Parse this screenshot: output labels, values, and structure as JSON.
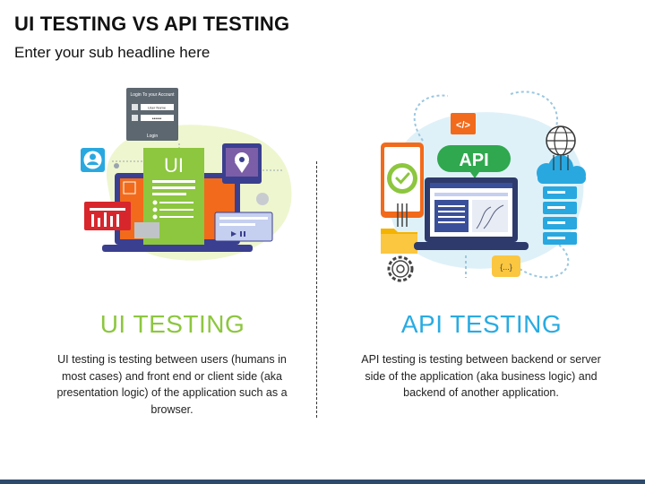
{
  "header": {
    "title": "UI TESTING VS API TESTING",
    "subtitle": "Enter your sub headline here"
  },
  "ui_section": {
    "heading": "UI TESTING",
    "heading_color": "#8dc63f",
    "description": "UI testing is testing between users (humans in most cases) and front end or client side (aka presentation logic) of the application such as a browser.",
    "illustration": {
      "login_title": "Login To your Account",
      "username_label": "User Name",
      "password_mask": "••••••",
      "login_button": "Login",
      "screen_label": "UI",
      "icons": [
        "user-icon",
        "location-pin-icon",
        "bar-chart-icon",
        "media-player-icon"
      ]
    }
  },
  "api_section": {
    "heading": "API TESTING",
    "heading_color": "#29abe2",
    "description": "API testing is testing between backend or server side of the application (aka business logic) and backend of another application.",
    "illustration": {
      "api_label": "API",
      "code_tag": "</>",
      "json_tag": "{...}",
      "icons": [
        "checkmark-icon",
        "globe-icon",
        "cloud-icon",
        "server-icon",
        "folder-icon",
        "gear-icon"
      ]
    }
  },
  "colors": {
    "bottom_bar": "#2e4a6b",
    "ui_blob": "#eef6cf",
    "api_blob": "#dff1f8"
  }
}
